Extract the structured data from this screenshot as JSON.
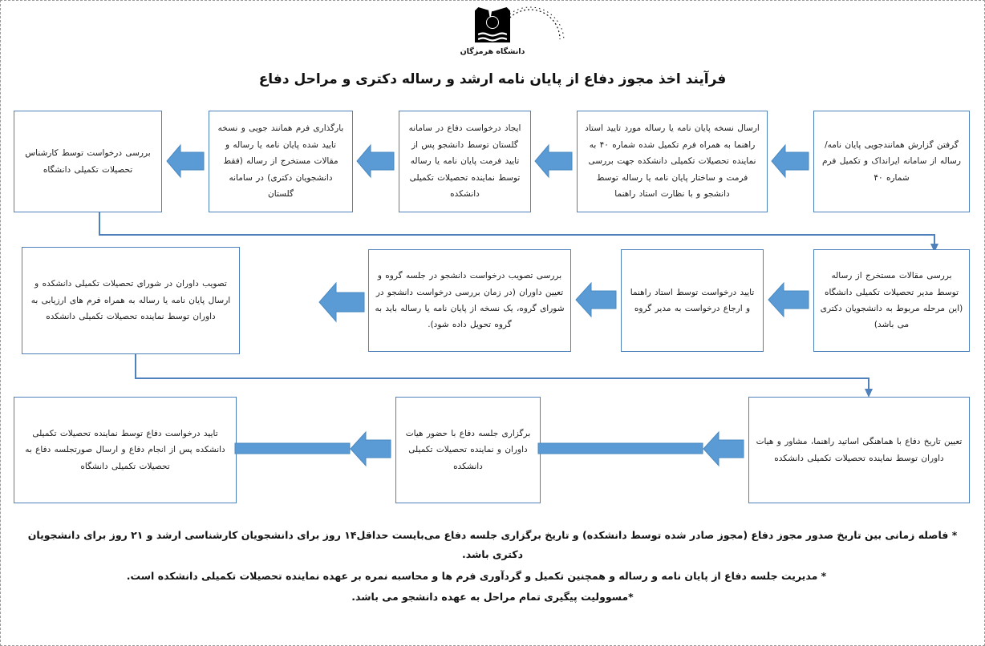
{
  "header": {
    "logo_alt": "university-logo",
    "university_name": "دانشگاه هرمزگان",
    "title": "فرآیند اخذ مجوز دفاع از پایان نامه ارشد و رساله دکتری و مراحل دفاع"
  },
  "colors": {
    "box_border": "#4f81bd",
    "arrow_fill": "#5b9bd5",
    "arrow_stroke": "#4a89c0",
    "connector": "#4f81bd",
    "text": "#1b1b1b",
    "background": "#ffffff"
  },
  "flow": {
    "row1": [
      {
        "id": "step-1",
        "text": "گرفتن گزارش همانندجویی  پایان نامه/ رساله از سامانه ایرانداک و تکمیل فرم شماره ۴۰"
      },
      {
        "id": "step-2",
        "text": "ارسال نسخه پایان نامه یا رساله مورد تایید استاد راهنما به همراه فرم تکمیل شده شماره ۴۰ به نماینده تحصیلات تکمیلی دانشکده جهت بررسی فرمت و ساختار پایان نامه یا رساله توسط دانشجو و با نظارت استاد راهنما"
      },
      {
        "id": "step-3",
        "text": "ایجاد درخواست دفاع در سامانه گلستان توسط دانشجو پس از تایید فرمت پایان نامه یا رساله توسط نماینده تحصیلات تکمیلی دانشکده"
      },
      {
        "id": "step-4",
        "text": "بارگذاری فرم همانند جویی و نسخه تایید شده پایان نامه یا رساله و مقالات مستخرج از رساله (فقط دانشجویان دکتری) در سامانه گلستان"
      },
      {
        "id": "step-5",
        "text": "بررسی درخواست توسط کارشناس تحصیلات تکمیلی دانشگاه"
      }
    ],
    "row2": [
      {
        "id": "step-6",
        "text": "بررسی مقالات مستخرج از رساله توسط مدیر تحصیلات تکمیلی دانشگاه (این مرحله مربوط به دانشجویان دکتری می باشد)"
      },
      {
        "id": "step-7",
        "text": "تایید درخواست توسط استاد راهنما و ارجاع درخواست به مدیر گروه"
      },
      {
        "id": "step-8",
        "text": "بررسی تصویب درخواست دانشجو در جلسه گروه و تعیین داوران (در زمان بررسی درخواست دانشجو در شورای گروه، یک نسخه از پایان نامه یا رساله باید به گروه تحویل داده شود)."
      },
      {
        "id": "step-9",
        "text": "تصویب داوران در شورای تحصیلات تکمیلی دانشکده و ارسال پایان نامه یا رساله به همراه فرم های ارزیابی به داوران توسط نماینده تحصیلات تکمیلی دانشکده"
      }
    ],
    "row3": [
      {
        "id": "step-10",
        "text": "تعیین تاریخ دفاع با هماهنگی اساتید راهنما، مشاور و هیات داوران توسط نماینده تحصیلات تکمیلی دانشکده"
      },
      {
        "id": "step-11",
        "text": "برگزاری جلسه دفاع با حضور هیات داوران و نماینده تحصیلات تکمیلی دانشکده"
      },
      {
        "id": "step-12",
        "text": "تایید درخواست دفاع توسط نماینده تحصیلات تکمیلی دانشکده پس از انجام دفاع و ارسال صورتجلسه دفاع به تحصیلات تکمیلی دانشگاه"
      }
    ]
  },
  "notes": [
    "* فاصله زمانی بین تاریخ صدور مجوز دفاع (مجوز صادر شده توسط دانشکده) و تاریخ برگزاری جلسه دفاع می‌بایست حداقل۱۴ روز برای دانشجویان کارشناسی ارشد و ۲۱ روز برای دانشجویان دکتری باشد.",
    "* مدیریت جلسه دفاع از پایان نامه و رساله و همچنین تکمیل و گردآوری فرم ها و محاسبه نمره بر عهده نماینده تحصیلات تکمیلی دانشکده است.",
    "*مسوولیت پیگیری تمام مراحل به عهده دانشجو می باشد."
  ]
}
